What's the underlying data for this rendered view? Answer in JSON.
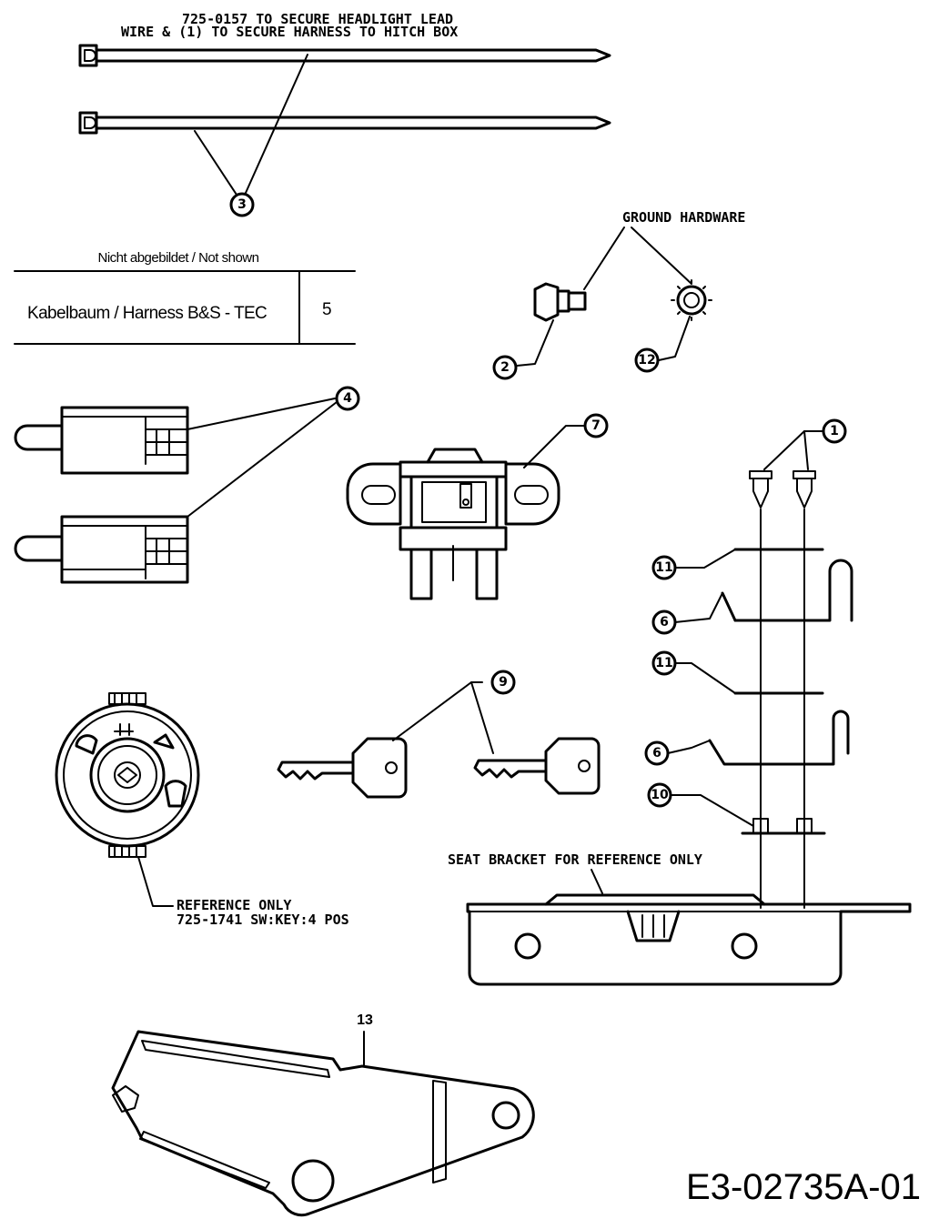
{
  "notes": {
    "tie_line1": "725-0157 TO SECURE HEADLIGHT LEAD",
    "tie_line2": "WIRE & (1) TO SECURE HARNESS TO HITCH BOX",
    "ground_hardware": "GROUND HARDWARE",
    "seat_bracket": "SEAT BRACKET FOR REFERENCE ONLY",
    "ref_only": "REFERENCE ONLY",
    "switch_part": "725-1741 SW:KEY:4 POS"
  },
  "not_shown_table": {
    "caption": "Nicht abgebildet / Not shown",
    "rows": [
      {
        "description": "Kabelbaum / Harness B&S - TEC",
        "ref": "5"
      }
    ]
  },
  "callouts": {
    "c1": "1",
    "c2": "2",
    "c3": "3",
    "c4": "4",
    "c6a": "6",
    "c6b": "6",
    "c7": "7",
    "c9": "9",
    "c10": "10",
    "c11a": "11",
    "c11b": "11",
    "c12": "12"
  },
  "part13_label": "13",
  "drawing_id": "E3-02735A-01"
}
